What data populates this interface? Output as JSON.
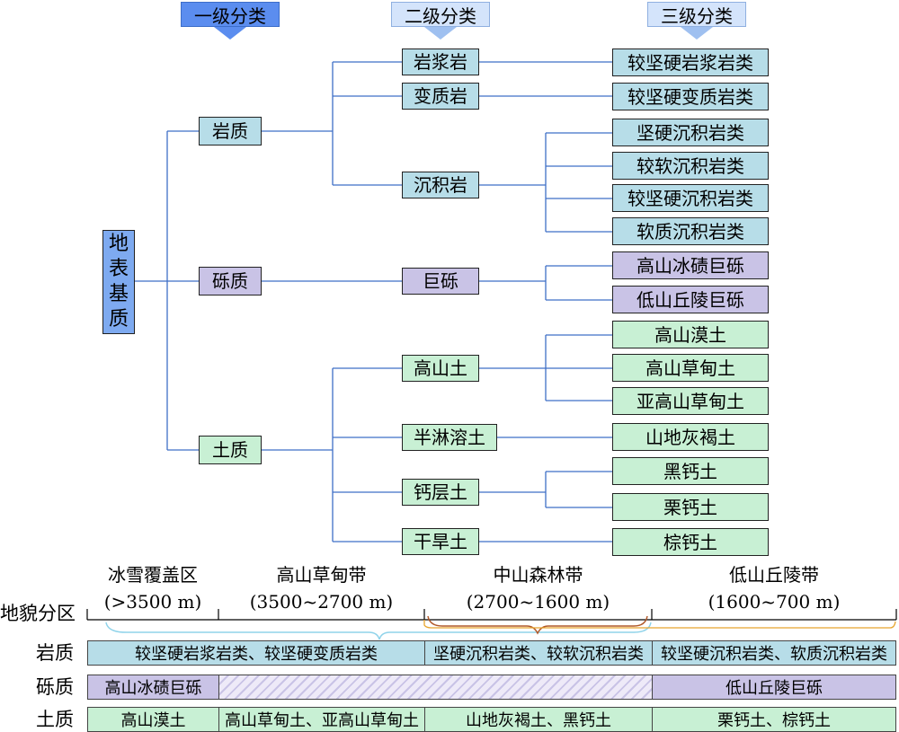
{
  "headers": {
    "level1": "一级分类",
    "level2": "二级分类",
    "level3": "三级分类"
  },
  "root": {
    "chars": [
      "地",
      "表",
      "基",
      "质"
    ]
  },
  "level1": {
    "rock": "岩质",
    "gravel": "砾质",
    "soil": "土质"
  },
  "level2": {
    "igneous": "岩浆岩",
    "metamorphic": "变质岩",
    "sedimentary": "沉积岩",
    "boulder": "巨砾",
    "alpine_soil": "高山土",
    "semi_leached": "半淋溶土",
    "calcic": "钙层土",
    "arid": "干旱土"
  },
  "level3": {
    "igneous_hard": "较坚硬岩浆岩类",
    "metamorphic_hard": "较坚硬变质岩类",
    "sed_hard": "坚硬沉积岩类",
    "sed_soft": "较软沉积岩类",
    "sed_fairly_hard": "较坚硬沉积岩类",
    "sed_weak": "软质沉积岩类",
    "alpine_moraine": "高山冰碛巨砾",
    "low_hill_boulder": "低山丘陵巨砾",
    "alpine_desert": "高山漠土",
    "alpine_meadow": "高山草甸土",
    "subalpine_meadow": "亚高山草甸土",
    "mountain_gray": "山地灰褐土",
    "chernozem": "黑钙土",
    "chestnut": "栗钙土",
    "brown_calcic": "棕钙土"
  },
  "zones": {
    "label": "地貌分区",
    "items": [
      {
        "name": "冰雪覆盖区",
        "range": "(>3500 m)"
      },
      {
        "name": "高山草甸带",
        "range": "(3500~2700 m)"
      },
      {
        "name": "中山森林带",
        "range": "(2700~1600 m)"
      },
      {
        "name": "低山丘陵带",
        "range": "(1600~700 m)"
      }
    ]
  },
  "rows": {
    "rock": {
      "label": "岩质",
      "cells": [
        "较坚硬岩浆岩类、较坚硬变质岩类",
        "坚硬沉积岩类、较软沉积岩类",
        "较坚硬沉积岩类、软质沉积岩类"
      ]
    },
    "gravel": {
      "label": "砾质",
      "cells": [
        "高山冰碛巨砾",
        "",
        "低山丘陵巨砾"
      ]
    },
    "soil": {
      "label": "土质",
      "cells": [
        "高山漠土",
        "高山草甸土、亚高山草甸土",
        "山地灰褐土、黑钙土",
        "栗钙土、棕钙土"
      ]
    }
  },
  "colors": {
    "rock": "#b7dde8",
    "gravel": "#c9c3e6",
    "soil": "#c8f0d4",
    "root": "#7eaaf0",
    "connector": "#3f6fc6"
  }
}
